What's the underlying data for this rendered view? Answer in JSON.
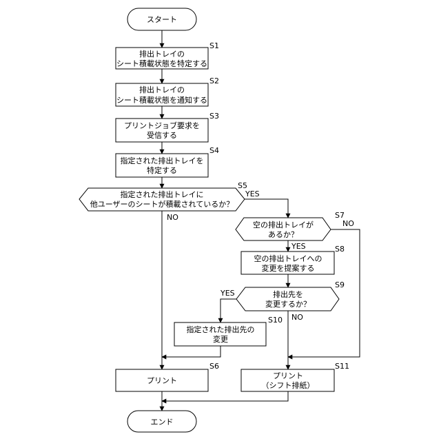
{
  "nodes": {
    "start": {
      "lines": [
        "スタート"
      ]
    },
    "s1": {
      "lines": [
        "排出トレイの",
        "シート積載状態を特定する"
      ],
      "step": "S1"
    },
    "s2": {
      "lines": [
        "排出トレイの",
        "シート積載状態を通知する"
      ],
      "step": "S2"
    },
    "s3": {
      "lines": [
        "プリントジョブ要求を",
        "受信する"
      ],
      "step": "S3"
    },
    "s4": {
      "lines": [
        "指定された排出トレイを",
        "特定する"
      ],
      "step": "S4"
    },
    "s5": {
      "lines": [
        "指定された排出トレイに",
        "他ユーザーのシートが積載されているか？"
      ],
      "step": "S5"
    },
    "s6": {
      "lines": [
        "プリント"
      ],
      "step": "S6"
    },
    "s7": {
      "lines": [
        "空の排出トレイが",
        "あるか？"
      ],
      "step": "S7"
    },
    "s8": {
      "lines": [
        "空の排出トレイへの",
        "変更を提案する"
      ],
      "step": "S8"
    },
    "s9": {
      "lines": [
        "排出先を",
        "変更するか？"
      ],
      "step": "S9"
    },
    "s10": {
      "lines": [
        "指定された排出先の",
        "変更"
      ],
      "step": "S10"
    },
    "s11": {
      "lines": [
        "プリント",
        "（シフト排紙）"
      ],
      "step": "S11"
    },
    "end": {
      "lines": [
        "エンド"
      ]
    }
  },
  "edge_labels": {
    "s5_yes": "YES",
    "s5_no": "NO",
    "s7_yes": "YES",
    "s7_no": "NO",
    "s9_yes": "YES",
    "s9_no": "NO"
  }
}
